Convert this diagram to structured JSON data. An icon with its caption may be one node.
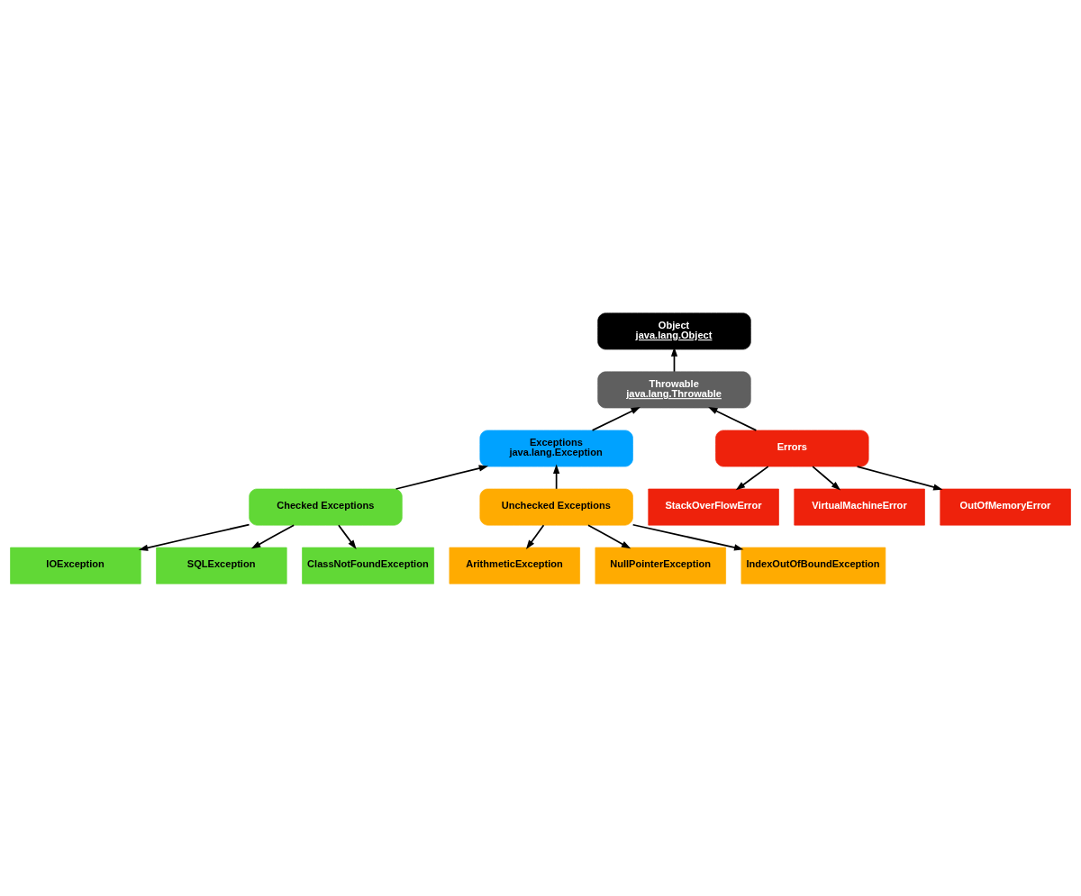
{
  "diagram": {
    "nodes": [
      {
        "text": [
          "Object",
          "java.lang.Object"
        ]
      },
      {
        "text": [
          "Throwable",
          "java.lang.Throwable"
        ]
      },
      {
        "text": [
          "Exceptions",
          "java.lang.Exception"
        ]
      },
      {
        "text": [
          "Errors"
        ]
      },
      {
        "text": [
          "Checked Exceptions"
        ]
      },
      {
        "text": [
          "Unchecked Exceptions"
        ]
      },
      {
        "text": [
          "IOException"
        ]
      },
      {
        "text": [
          "SQLException"
        ]
      },
      {
        "text": [
          "ClassNotFoundException"
        ]
      },
      {
        "text": [
          "ArithmeticException"
        ]
      },
      {
        "text": [
          "NullPointerException"
        ]
      },
      {
        "text": [
          "IndexOutOfBoundException"
        ]
      },
      {
        "text": [
          "StackOverFlowError"
        ]
      },
      {
        "text": [
          "VirtualMachineError"
        ]
      },
      {
        "text": [
          "OutOfMemoryError"
        ]
      }
    ],
    "edges": [
      {
        "from": 1,
        "to": 0,
        "arrow": "to"
      },
      {
        "from": 2,
        "to": 1,
        "arrow": "to"
      },
      {
        "from": 3,
        "to": 1,
        "arrow": "to"
      },
      {
        "from": 4,
        "to": 2,
        "arrow": "to"
      },
      {
        "from": 5,
        "to": 2,
        "arrow": "to"
      },
      {
        "from": 4,
        "to": 6,
        "arrow": "to"
      },
      {
        "from": 4,
        "to": 7,
        "arrow": "to"
      },
      {
        "from": 4,
        "to": 8,
        "arrow": "to"
      },
      {
        "from": 5,
        "to": 9,
        "arrow": "to"
      },
      {
        "from": 5,
        "to": 10,
        "arrow": "to"
      },
      {
        "from": 5,
        "to": 11,
        "arrow": "to"
      },
      {
        "from": 3,
        "to": 12,
        "arrow": "to"
      },
      {
        "from": 3,
        "to": 13,
        "arrow": "to"
      },
      {
        "from": 3,
        "to": 14,
        "arrow": "to"
      }
    ]
  }
}
